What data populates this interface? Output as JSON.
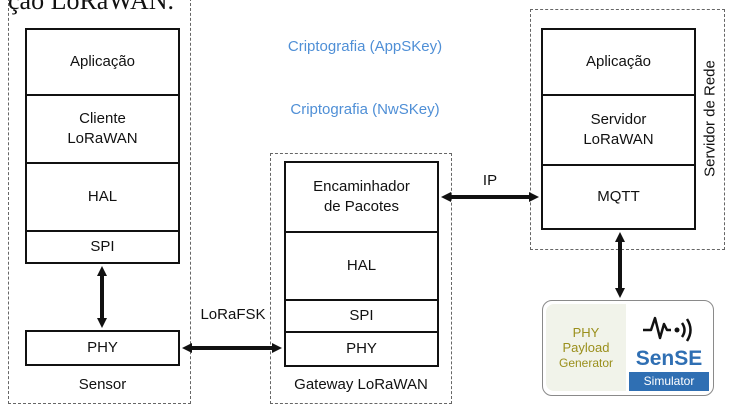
{
  "title_fragment": "ção LoRaWAN.",
  "sensor": {
    "layers": [
      "Aplicação",
      "Cliente\nLoRaWAN",
      "HAL",
      "SPI"
    ],
    "phy": "PHY",
    "caption": "Sensor"
  },
  "gateway": {
    "layers": [
      "Encaminhador\nde Pacotes",
      "HAL",
      "SPI",
      "PHY"
    ],
    "caption": "Gateway LoRaWAN"
  },
  "server": {
    "layers": [
      "Aplicação",
      "Servidor\nLoRaWAN",
      "MQTT"
    ],
    "caption": "Servidor de Rede"
  },
  "links": {
    "crypto_app": "Criptografia (AppSKey)",
    "crypto_nwk": "Criptografia (NwSKey)",
    "ip": "IP",
    "radio": "LoRaFSK"
  },
  "logo": {
    "left_line1": "PHY",
    "left_line2": "Payload",
    "left_line3": "Generator",
    "icon": "radio-wave-icon",
    "name": "SenSE",
    "sub": "Simulator",
    "accent": "#2f6fb3",
    "olive": "#9a8f1c"
  },
  "colors": {
    "crypto_text": "#4f8fd6",
    "stroke": "#111111",
    "dashed": "#666666"
  }
}
